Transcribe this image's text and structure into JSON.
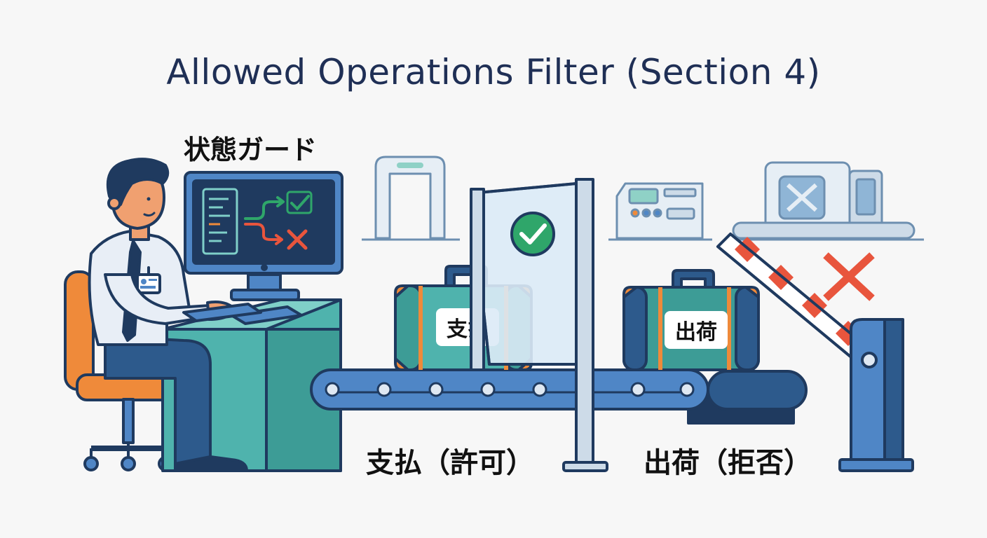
{
  "title": "Allowed Operations Filter (Section 4)",
  "state_guard_label": "状態ガード",
  "bags": {
    "left_tag": "支払",
    "right_tag": "出荷"
  },
  "captions": {
    "allowed": "支払（許可）",
    "rejected": "出荷（拒否）"
  },
  "colors": {
    "navy": "#1f3a5f",
    "teal": "#4fb3ad",
    "orange": "#ef8a3a",
    "allowed_green": "#2fa66a",
    "rejected_red": "#e8553d",
    "blue": "#4f86c6"
  }
}
